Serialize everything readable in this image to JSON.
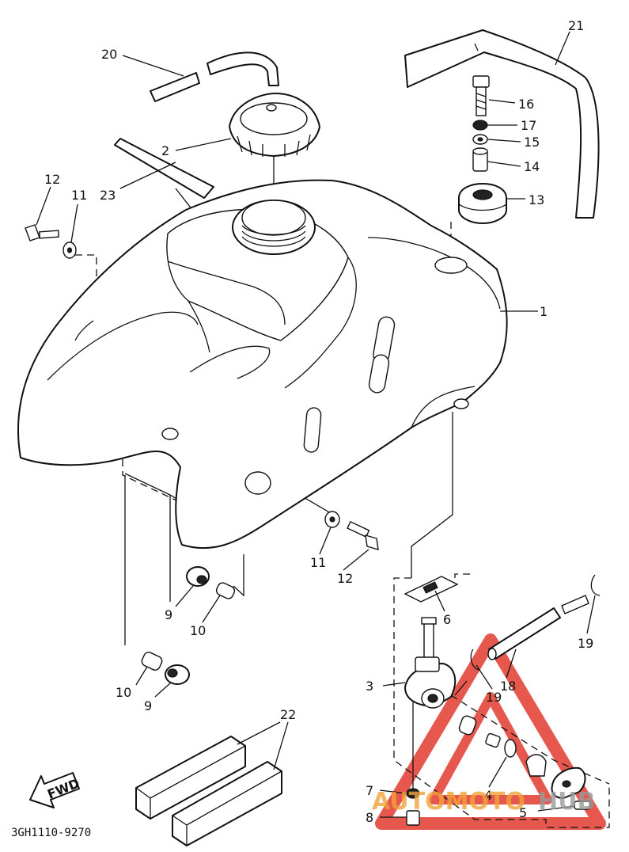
{
  "diagram": {
    "part_labels": [
      {
        "id": "p1",
        "text": "1"
      },
      {
        "id": "p2",
        "text": "2"
      },
      {
        "id": "p3",
        "text": "3"
      },
      {
        "id": "p4",
        "text": "4"
      },
      {
        "id": "p5",
        "text": "5"
      },
      {
        "id": "p6",
        "text": "6"
      },
      {
        "id": "p7",
        "text": "7"
      },
      {
        "id": "p8",
        "text": "8"
      },
      {
        "id": "p9a",
        "text": "9"
      },
      {
        "id": "p9b",
        "text": "9"
      },
      {
        "id": "p10a",
        "text": "10"
      },
      {
        "id": "p10b",
        "text": "10"
      },
      {
        "id": "p11a",
        "text": "11"
      },
      {
        "id": "p11b",
        "text": "11"
      },
      {
        "id": "p12a",
        "text": "12"
      },
      {
        "id": "p12b",
        "text": "12"
      },
      {
        "id": "p13",
        "text": "13"
      },
      {
        "id": "p14",
        "text": "14"
      },
      {
        "id": "p15",
        "text": "15"
      },
      {
        "id": "p16",
        "text": "16"
      },
      {
        "id": "p17",
        "text": "17"
      },
      {
        "id": "p18",
        "text": "18"
      },
      {
        "id": "p19a",
        "text": "19"
      },
      {
        "id": "p19b",
        "text": "19"
      },
      {
        "id": "p20",
        "text": "20"
      },
      {
        "id": "p21",
        "text": "21"
      },
      {
        "id": "p22",
        "text": "22"
      },
      {
        "id": "p23",
        "text": "23"
      }
    ],
    "fwd_label": "FWD",
    "diagram_code": "3GH1110-9270"
  },
  "watermark": {
    "brand_left": "AUTOMOTO",
    "brand_right": "HUB",
    "color_red": "#e23b2e",
    "color_orange": "#f2a33a",
    "color_gray": "#9a9a9a"
  }
}
